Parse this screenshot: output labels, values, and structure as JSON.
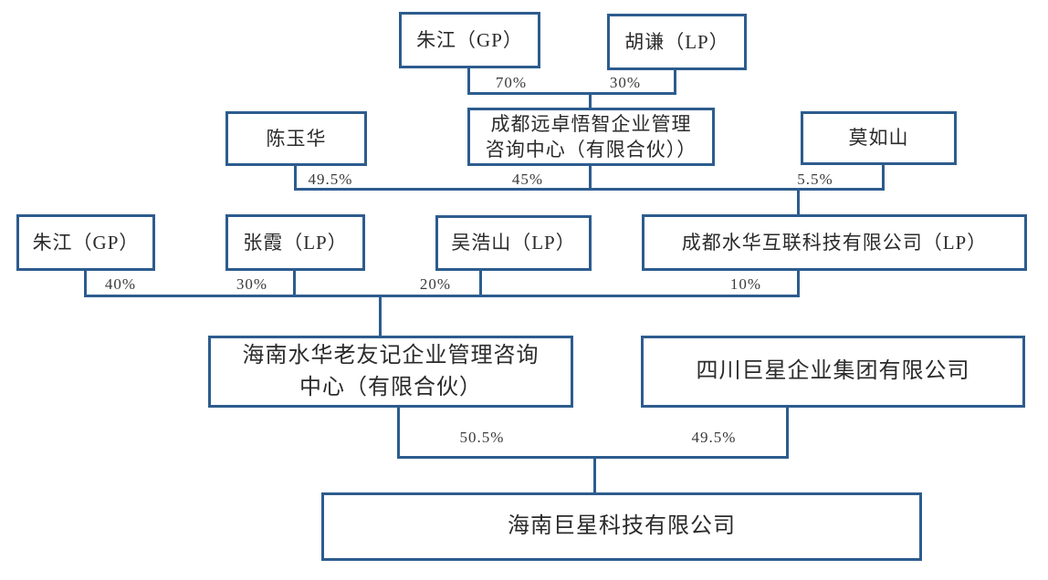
{
  "diagram": {
    "type": "ownership-structure-chart",
    "colors": {
      "line": "#2d5c8e",
      "text": "#2b2b2b",
      "background": "#ffffff"
    },
    "nodes": {
      "zhu_jiang_top": "朱江（GP）",
      "hu_qian": "胡谦（LP）",
      "chen_yu_hua": "陈玉华",
      "chengdu_yuanzhuo": "成都远卓悟智企业管理咨询中心（有限合伙））",
      "mo_ru_shan": "莫如山",
      "zhu_jiang_mid": "朱江（GP）",
      "zhang_xia": "张霞（LP）",
      "wu_hao_shan": "吴浩山（LP）",
      "chengdu_shuihua": "成都水华互联科技有限公司（LP）",
      "hainan_shuihua": "海南水华老友记企业管理咨询中心（有限合伙）",
      "sichuan_juxing": "四川巨星企业集团有限公司",
      "hainan_juxing": "海南巨星科技有限公司"
    },
    "edges": [
      {
        "from": "朱江（GP）",
        "to": "成都远卓悟智企业管理咨询中心（有限合伙））",
        "label": "70%"
      },
      {
        "from": "胡谦（LP）",
        "to": "成都远卓悟智企业管理咨询中心（有限合伙））",
        "label": "30%"
      },
      {
        "from": "陈玉华",
        "to": "成都水华互联科技有限公司（LP）",
        "label": "49.5%"
      },
      {
        "from": "成都远卓悟智企业管理咨询中心（有限合伙））",
        "to": "成都水华互联科技有限公司（LP）",
        "label": "45%"
      },
      {
        "from": "莫如山",
        "to": "成都水华互联科技有限公司（LP）",
        "label": "5.5%"
      },
      {
        "from": "朱江（GP）",
        "to": "海南水华老友记企业管理咨询中心（有限合伙）",
        "label": "40%"
      },
      {
        "from": "张霞（LP）",
        "to": "海南水华老友记企业管理咨询中心（有限合伙）",
        "label": "30%"
      },
      {
        "from": "吴浩山（LP）",
        "to": "海南水华老友记企业管理咨询中心（有限合伙）",
        "label": "20%"
      },
      {
        "from": "成都水华互联科技有限公司（LP）",
        "to": "海南水华老友记企业管理咨询中心（有限合伙）",
        "label": "10%"
      },
      {
        "from": "海南水华老友记企业管理咨询中心（有限合伙）",
        "to": "海南巨星科技有限公司",
        "label": "50.5%"
      },
      {
        "from": "四川巨星企业集团有限公司",
        "to": "海南巨星科技有限公司",
        "label": "49.5%"
      }
    ]
  }
}
